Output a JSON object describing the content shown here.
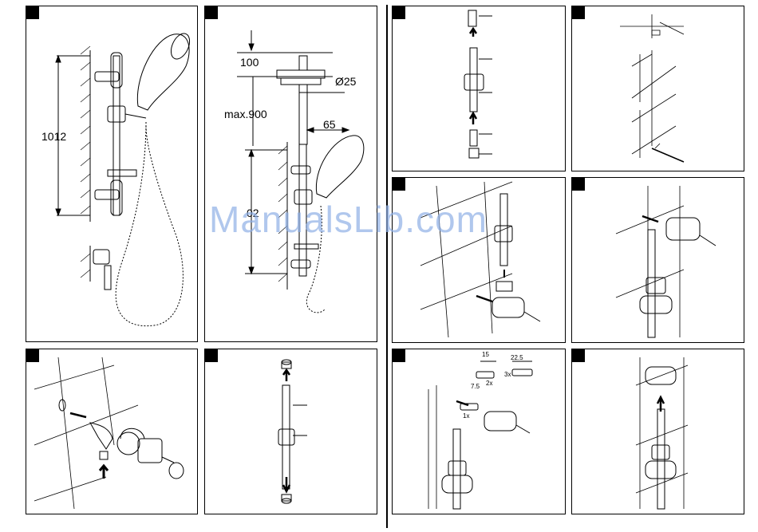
{
  "panel1": {
    "dim_height": "1012"
  },
  "panel2": {
    "dim_top": "100",
    "dim_diameter": "Ø25",
    "dim_max": "max.900",
    "dim_offset": "65",
    "dim_partial": "02"
  },
  "panel9": {
    "dim_a": "15",
    "dim_b": "22.5",
    "dim_c": "7.5",
    "qty_1": "1x",
    "qty_2": "2x",
    "qty_3": "3x"
  },
  "watermark": "ManualsLib.com"
}
